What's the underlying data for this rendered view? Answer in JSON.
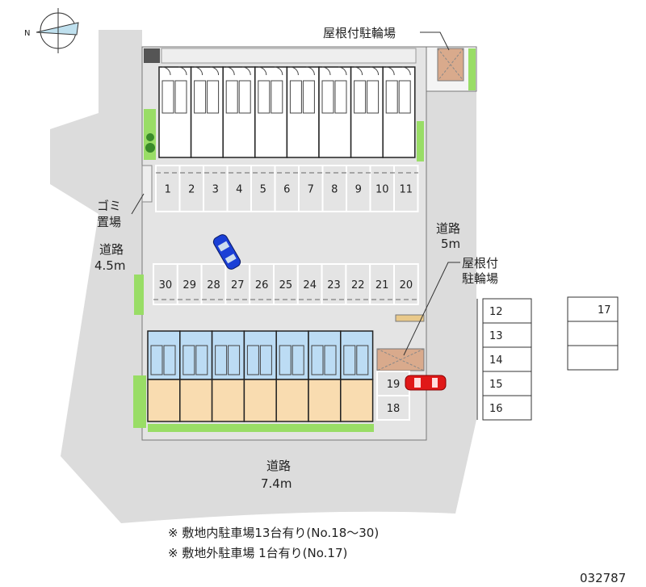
{
  "labels": {
    "bike_shelter_top": "屋根付駐輪場",
    "garbage_line1": "ゴミ",
    "garbage_line2": "置場",
    "road_left_name": "道路",
    "road_left_width": "4.5m",
    "road_right_name": "道路",
    "road_right_width": "5m",
    "bike_shelter_right_line1": "屋根付",
    "bike_shelter_right_line2": "駐輪場",
    "road_bottom_name": "道路",
    "road_bottom_width": "7.4m",
    "compass_north": "N"
  },
  "parking": {
    "row_top": [
      "1",
      "2",
      "3",
      "4",
      "5",
      "6",
      "7",
      "8",
      "9",
      "10",
      "11"
    ],
    "row_middle": [
      "30",
      "29",
      "28",
      "27",
      "26",
      "25",
      "24",
      "23",
      "22",
      "21",
      "20"
    ],
    "side": [
      "19",
      "18"
    ],
    "offsite_col1": [
      "12",
      "13",
      "14",
      "15",
      "16"
    ],
    "offsite_col2": [
      "17",
      "",
      ""
    ]
  },
  "notes": [
    "※ 敷地内駐車場13台有り(No.18～30)",
    "※ 敷地外駐車場 1台有り(No.17)"
  ],
  "property_id": "032787",
  "colors": {
    "road": "#dcdcdc",
    "green": "#99dd66",
    "shelter": "#d9aa8c",
    "unit_blue": "#bcdcf4",
    "unit_peach": "#f9dcb0",
    "car_blue": "#1a3fd6",
    "car_red": "#e01818"
  }
}
